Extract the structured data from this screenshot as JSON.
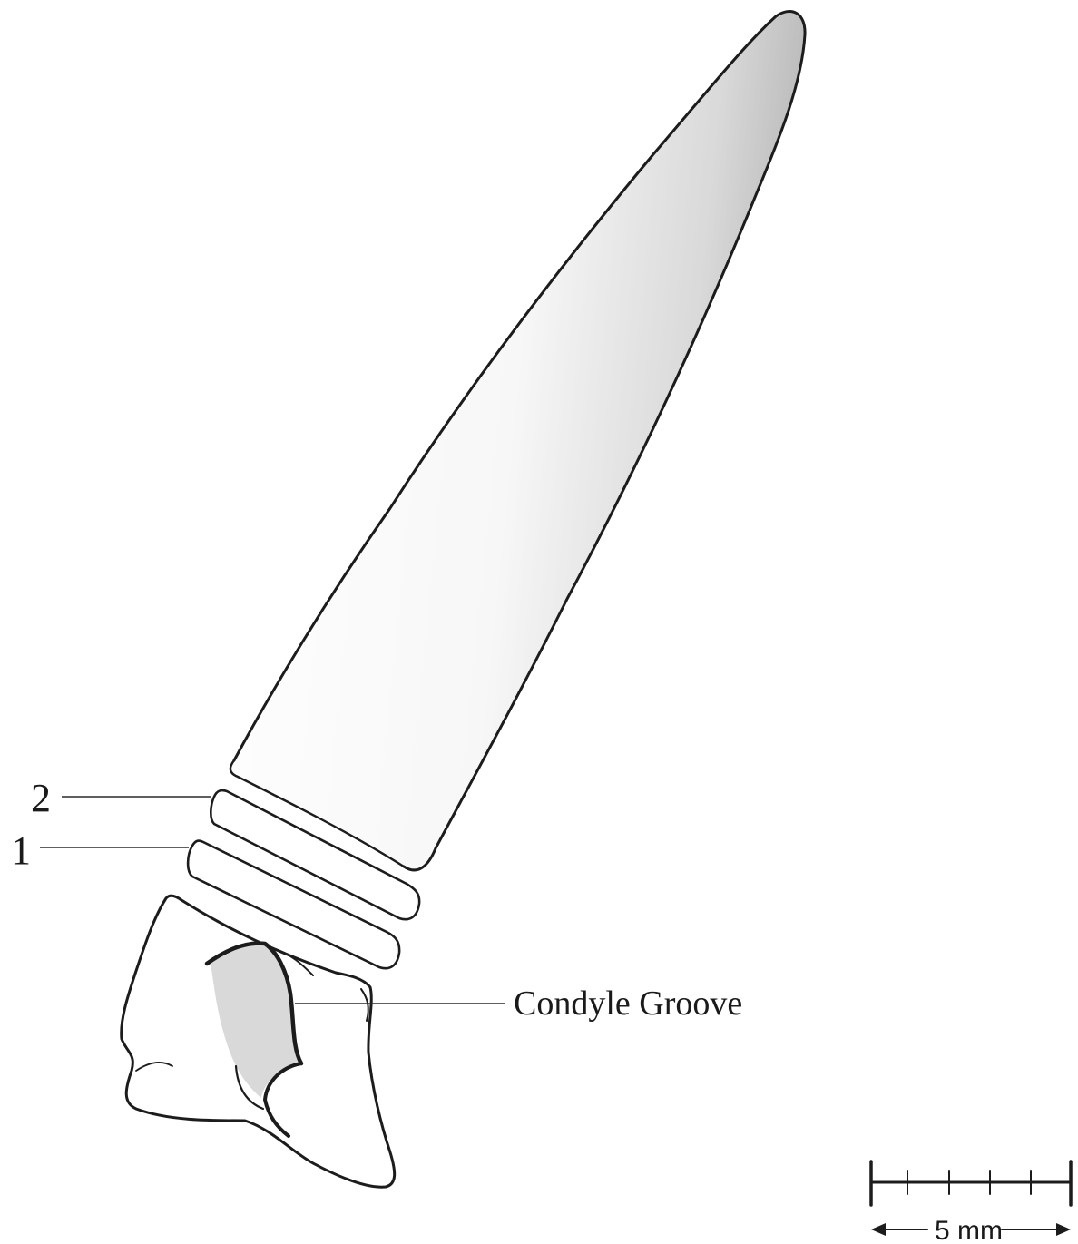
{
  "labels": {
    "segment_2": "2",
    "segment_1": "1",
    "condyle_groove": "Condyle Groove"
  },
  "scale_bar": {
    "label": "5 mm",
    "length_mm": 5,
    "subdivisions": 5
  },
  "colors": {
    "ink": "#1c1c1c",
    "background": "#ffffff",
    "shading": "#8a8a8a"
  }
}
